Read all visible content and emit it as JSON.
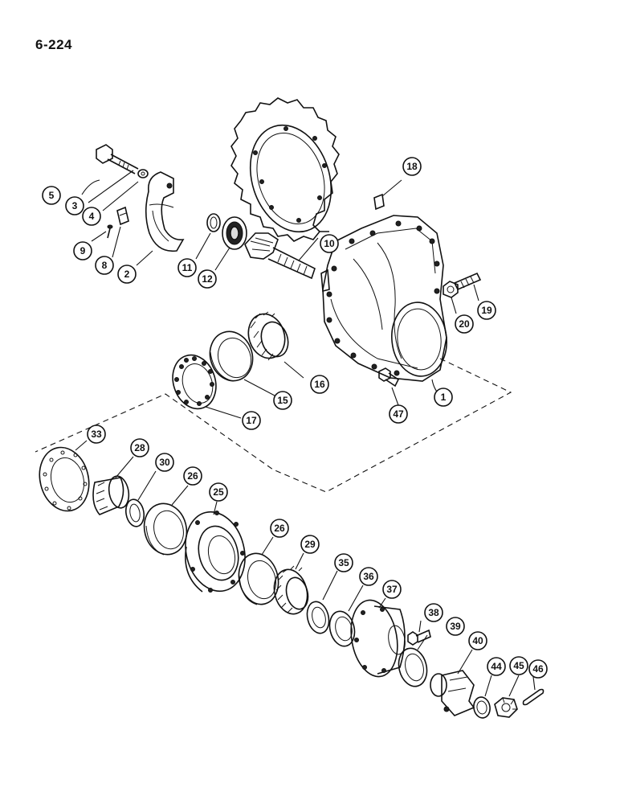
{
  "page_ref": "6-224",
  "callouts": [
    {
      "id": "c1",
      "label": "1"
    },
    {
      "id": "c2",
      "label": "2"
    },
    {
      "id": "c3",
      "label": "3"
    },
    {
      "id": "c4",
      "label": "4"
    },
    {
      "id": "c5",
      "label": "5"
    },
    {
      "id": "c8",
      "label": "8"
    },
    {
      "id": "c9",
      "label": "9"
    },
    {
      "id": "c10",
      "label": "10"
    },
    {
      "id": "c11",
      "label": "11"
    },
    {
      "id": "c12",
      "label": "12"
    },
    {
      "id": "c15",
      "label": "15"
    },
    {
      "id": "c16",
      "label": "16"
    },
    {
      "id": "c17",
      "label": "17"
    },
    {
      "id": "c18",
      "label": "18"
    },
    {
      "id": "c19",
      "label": "19"
    },
    {
      "id": "c20",
      "label": "20"
    },
    {
      "id": "c25",
      "label": "25"
    },
    {
      "id": "c26a",
      "label": "26"
    },
    {
      "id": "c26b",
      "label": "26"
    },
    {
      "id": "c28",
      "label": "28"
    },
    {
      "id": "c29",
      "label": "29"
    },
    {
      "id": "c30",
      "label": "30"
    },
    {
      "id": "c33",
      "label": "33"
    },
    {
      "id": "c35",
      "label": "35"
    },
    {
      "id": "c36",
      "label": "36"
    },
    {
      "id": "c37",
      "label": "37"
    },
    {
      "id": "c38",
      "label": "38"
    },
    {
      "id": "c39",
      "label": "39"
    },
    {
      "id": "c40",
      "label": "40"
    },
    {
      "id": "c44",
      "label": "44"
    },
    {
      "id": "c45",
      "label": "45"
    },
    {
      "id": "c46",
      "label": "46"
    },
    {
      "id": "c47",
      "label": "47"
    }
  ]
}
